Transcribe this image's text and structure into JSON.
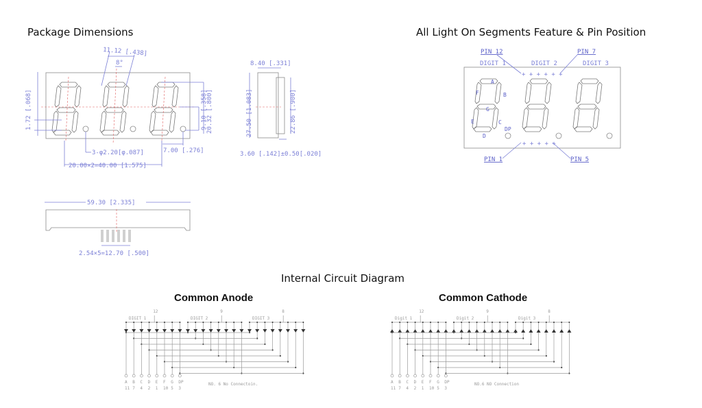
{
  "sections": {
    "package_dimensions": "Package Dimensions",
    "segments_feature": "All Light On Segments Feature & Pin Position",
    "internal_circuit": "Internal Circuit Diagram",
    "common_anode": "Common Anode",
    "common_cathode": "Common Cathode"
  },
  "dimensions": {
    "digit_pitch_top": "11.12 [.438]",
    "slant_angle": "8°",
    "left_height": "1.72 [.068]",
    "digit_height": "9.10 [.358]",
    "body_height": "20.32 [.800]",
    "dp_hole": "3-φ2.20[φ.087]",
    "dp_offset": "7.00 [.276]",
    "digit_spacing": "20.00×2=40.00 [1.575]",
    "side_depth": "8.40 [.331]",
    "side_height": "27.50 [1.083]",
    "side_inner": "22.86 [.900]",
    "pin_dims": "3.60 [.142]±0.50[.020]",
    "total_width": "59.30 [2.335]",
    "pin_pitch": "2.54×5=12.70 [.500]"
  },
  "pin_position": {
    "pin12": "PIN 12",
    "pin7": "PIN 7",
    "pin1": "PIN 1",
    "pin5": "PIN 5",
    "digit1": "DIGIT 1",
    "digit2": "DIGIT 2",
    "digit3": "DIGIT 3",
    "segments": {
      "a": "A",
      "b": "B",
      "c": "C",
      "d": "D",
      "e": "E",
      "f": "F",
      "g": "G",
      "dp": "DP"
    }
  },
  "circuit": {
    "anode": {
      "digit_labels": [
        "DIGIT 1",
        "DIGIT 2",
        "DIGIT 3"
      ],
      "digit_pins": [
        "12",
        "9",
        "8"
      ],
      "segment_names": [
        "A",
        "B",
        "C",
        "D",
        "E",
        "F",
        "G",
        "DP"
      ],
      "segment_pins": [
        "11",
        "7",
        "4",
        "2",
        "1",
        "10",
        "5",
        "3"
      ],
      "note": "NO. 6 No Connectoin."
    },
    "cathode": {
      "digit_labels": [
        "Digit 1",
        "Digit 2",
        "Digit 3"
      ],
      "digit_pins": [
        "12",
        "9",
        "8"
      ],
      "segment_names": [
        "A",
        "B",
        "C",
        "D",
        "E",
        "F",
        "G",
        "DP"
      ],
      "segment_pins": [
        "11",
        "7",
        "4",
        "2",
        "1",
        "10",
        "5",
        "3"
      ],
      "note": "NO.6 NO Connection"
    }
  },
  "colors": {
    "dimension_line": "#7b7fd6",
    "centerline": "#e06060",
    "outline": "#8a8a8a"
  }
}
